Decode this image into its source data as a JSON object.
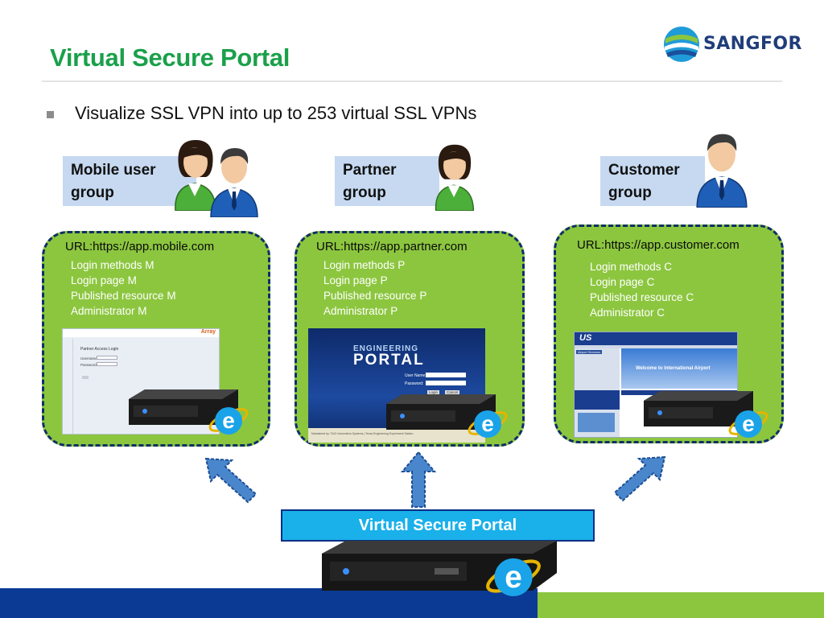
{
  "slide": {
    "title": "Virtual Secure Portal",
    "bullet": "Visualize SSL VPN into up to 253 virtual SSL VPNs"
  },
  "logo": {
    "text": "SANGFOR"
  },
  "groups": [
    {
      "line1": "Mobile user",
      "line2": "group"
    },
    {
      "line1": "Partner",
      "line2": "group"
    },
    {
      "line1": "Customer",
      "line2": "group"
    }
  ],
  "panels": [
    {
      "url": "URL:https://app.mobile.com",
      "items": [
        "Login methods M",
        "Login page M",
        "Published resource M",
        "Administrator M"
      ]
    },
    {
      "url": "URL:https://app.partner.com",
      "items": [
        "Login methods P",
        "Login page P",
        "Published resource P",
        "Administrator P"
      ]
    },
    {
      "url": "URL:https://app.customer.com",
      "items": [
        "Login methods C",
        "Login page C",
        "Published resource C",
        "Administrator C"
      ]
    }
  ],
  "screens": {
    "mobile": {
      "title": "Partner Access Login",
      "label1": "Username",
      "label2": "Password",
      "brand": "Array"
    },
    "partner": {
      "line1": "ENGINEERING",
      "line2": "PORTAL",
      "field1": "User Name:",
      "field2": "Password:",
      "btn1": "Login",
      "btn2": "Cancel",
      "footer": "Maintained by: TACI Information Systems | Texas Engineering Experiment Station"
    },
    "customer": {
      "brand": "US",
      "banner": "Welcome to International Airport",
      "subhead": "Airport Services"
    }
  },
  "bottom": {
    "label": "Virtual Secure Portal"
  },
  "colors": {
    "title": "#1aa04a",
    "panel": "#8cc63f",
    "panel_border": "#0f2f66",
    "vsp": "#1ab0ea",
    "footer_blue": "#0a3a94",
    "footer_green": "#8cc63f"
  }
}
